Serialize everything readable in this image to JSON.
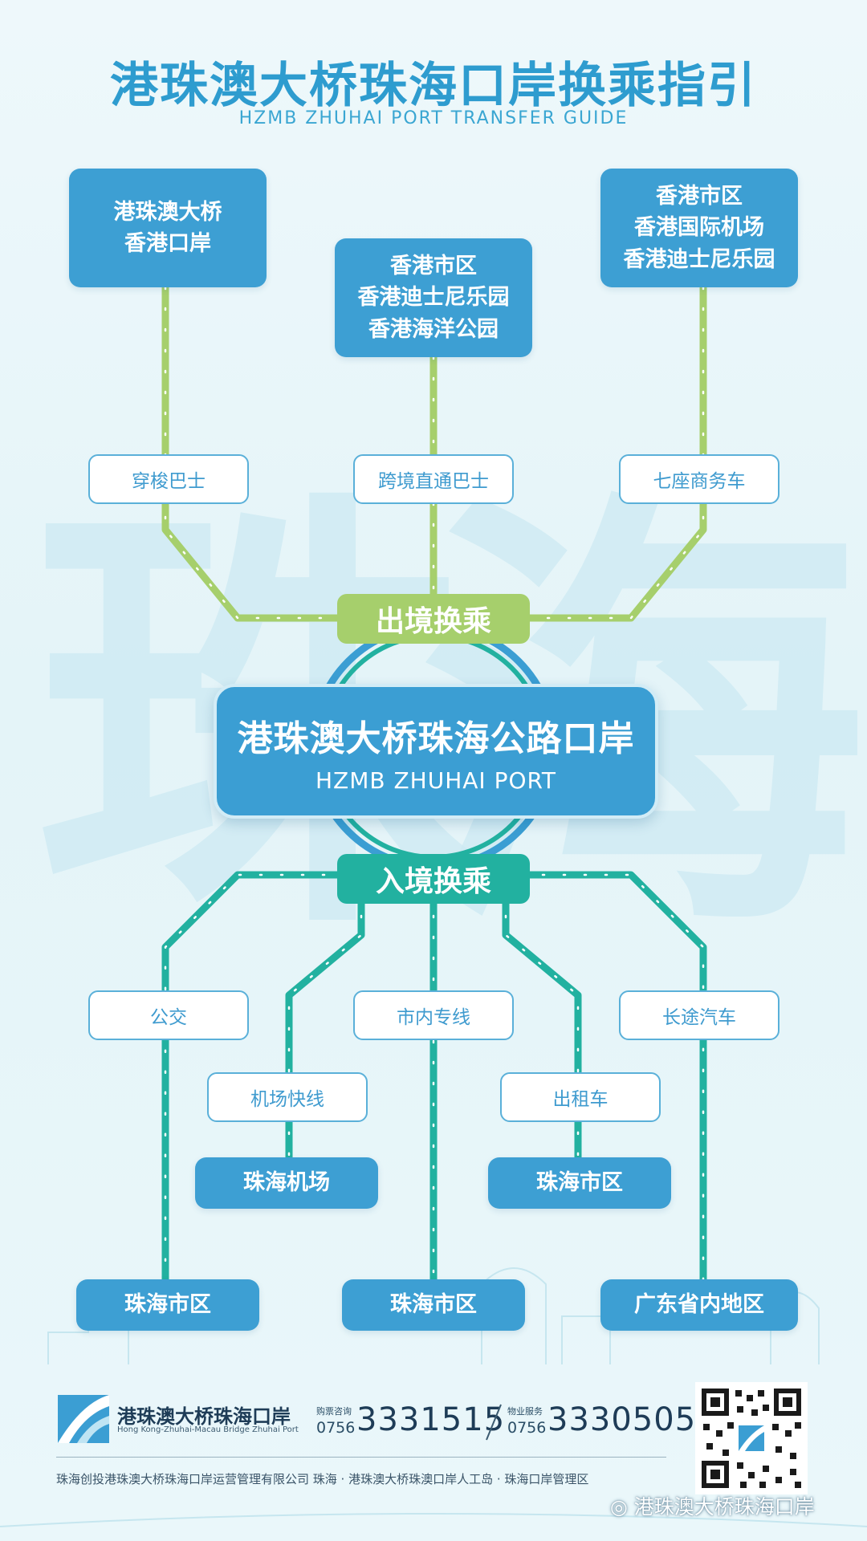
{
  "header": {
    "title": "港珠澳大桥珠海口岸换乘指引",
    "subtitle": "HZMB ZHUHAI PORT TRANSFER GUIDE"
  },
  "watermark": [
    "珠",
    "海"
  ],
  "outbound": {
    "hub_label": "出境换乘",
    "routes": [
      {
        "mode": "穿梭巴士",
        "destination": "港珠澳大桥\n香港口岸"
      },
      {
        "mode": "跨境直通巴士",
        "destination": "香港市区\n香港迪士尼乐园\n香港海洋公园"
      },
      {
        "mode": "七座商务车",
        "destination": "香港市区\n香港国际机场\n香港迪士尼乐园"
      }
    ]
  },
  "center": {
    "name_cn": "港珠澳大桥珠海公路口岸",
    "name_en": "HZMB ZHUHAI PORT"
  },
  "inbound": {
    "hub_label": "入境换乘",
    "routes": [
      {
        "mode": "公交",
        "destination": "珠海市区"
      },
      {
        "mode": "机场快线",
        "destination": "珠海机场"
      },
      {
        "mode": "市内专线",
        "destination": "珠海市区"
      },
      {
        "mode": "出租车",
        "destination": "珠海市区"
      },
      {
        "mode": "长途汽车",
        "destination": "广东省内地区"
      }
    ]
  },
  "footer": {
    "logo_name": "港珠澳大桥珠海口岸",
    "logo_en": "Hong Kong-Zhuhai-Macau Bridge Zhuhai Port",
    "ticket_label": "购票咨询",
    "ticket_code": "0756",
    "ticket_number": "3331515",
    "property_label": "物业服务",
    "property_code": "0756",
    "property_number": "3330505",
    "address": "珠海创投港珠澳大桥珠海口岸运营管理有限公司    珠海 · 港珠澳大桥珠澳口岸人工岛 · 珠海口岸管理区",
    "wechat_account": "港珠澳大桥珠海口岸"
  },
  "colors": {
    "title": "#2e9ccf",
    "box": "#3d9fd3",
    "outbound_line": "#a6cf6c",
    "inbound_line": "#22b1a0",
    "pill_border": "#5ab0d9"
  }
}
